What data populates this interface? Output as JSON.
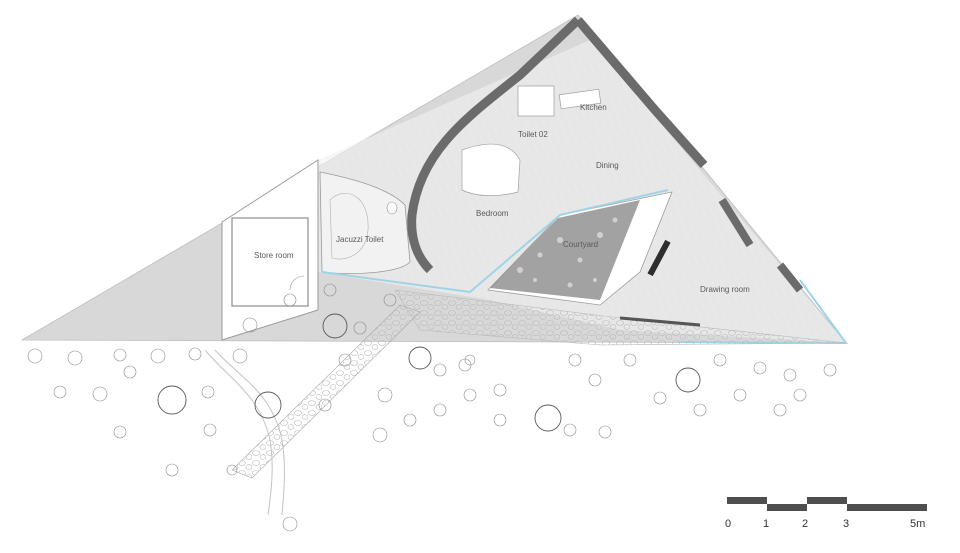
{
  "rooms": {
    "kitchen": "Kitchen",
    "toilet_02": "Toilet 02",
    "dining": "Dining",
    "bedroom": "Bedroom",
    "courtyard": "Courtyard",
    "jacuzzi_toilet": "Jacuzzi Toilet",
    "store_room": "Store room",
    "drawing_room": "Drawing room"
  },
  "scale_bar": {
    "labels": [
      "0",
      "1",
      "2",
      "3",
      "5m"
    ]
  },
  "colors": {
    "roof_gray": "#d6d6d6",
    "wall_dark": "#6e6e6e",
    "floor_lines": "#cfcfcf",
    "glass_blue": "#9fd3e8",
    "tree_stroke": "#8a8a8a"
  }
}
